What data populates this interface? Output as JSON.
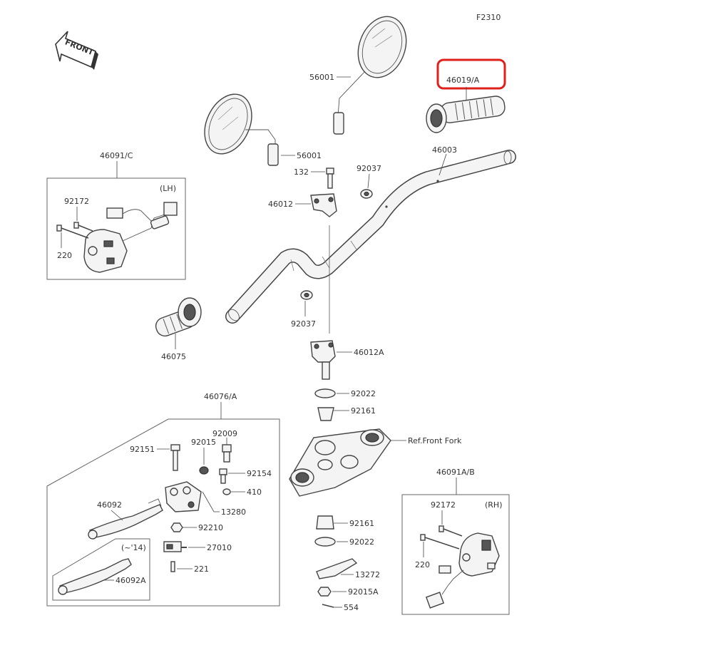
{
  "diagram": {
    "figure_code": "F2310",
    "front_label": "FRONT",
    "highlight_color": "#e0201b",
    "callouts": {
      "mirror_right": "56001",
      "mirror_left": "56001",
      "grip_right": "46019/A",
      "handlebar": "46003",
      "bolt_132": "132",
      "clamp_upper": "46012",
      "clamp_lower": "46012A",
      "plug_upper": "92037",
      "plug_lower": "92037",
      "switch_lh": "46091/C",
      "switch_lh_side": "(LH)",
      "screw_lh": "92172",
      "screw_220_lh": "220",
      "grip_left": "46075",
      "washer_upper": "92022",
      "bushing_upper": "92161",
      "ref_fork": "Ref.Front Fork",
      "bushing_lower": "92161",
      "washer_lower": "92022",
      "plate": "13272",
      "nut": "92015A",
      "pin": "554",
      "lever_assy": "46076/A",
      "bolt_92151": "92151",
      "washer_92015": "92015",
      "pin_92009": "92009",
      "bolt_92154": "92154",
      "spring_410": "410",
      "holder_13280": "13280",
      "lever": "46092",
      "nut_92210": "92210",
      "switch_27010": "27010",
      "screw_221": "221",
      "lever_old_note": "(~'14)",
      "lever_old": "46092A",
      "switch_rh": "46091A/B",
      "switch_rh_side": "(RH)",
      "screw_rh": "92172",
      "screw_220_rh": "220"
    }
  }
}
